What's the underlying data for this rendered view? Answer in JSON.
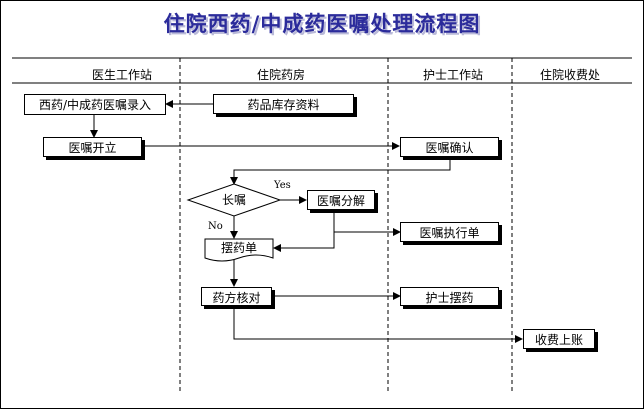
{
  "title": "住院西药/中成药医嘱处理流程图",
  "lanes": [
    "医生工作站",
    "住院药房",
    "护士工作站",
    "住院收费处"
  ],
  "nodes": {
    "order_entry": "西药/中成药医嘱录入",
    "inventory": "药品库存资料",
    "order_issue": "医嘱开立",
    "order_confirm": "医嘱确认",
    "long_order": "长嘱",
    "order_split": "医嘱分解",
    "exec_sheet": "医嘱执行单",
    "dispense_list": "摆药单",
    "prescription_check": "药方核对",
    "nurse_dispense": "护士摆药",
    "billing": "收费上账"
  },
  "branch_labels": {
    "yes": "Yes",
    "no": "No"
  }
}
